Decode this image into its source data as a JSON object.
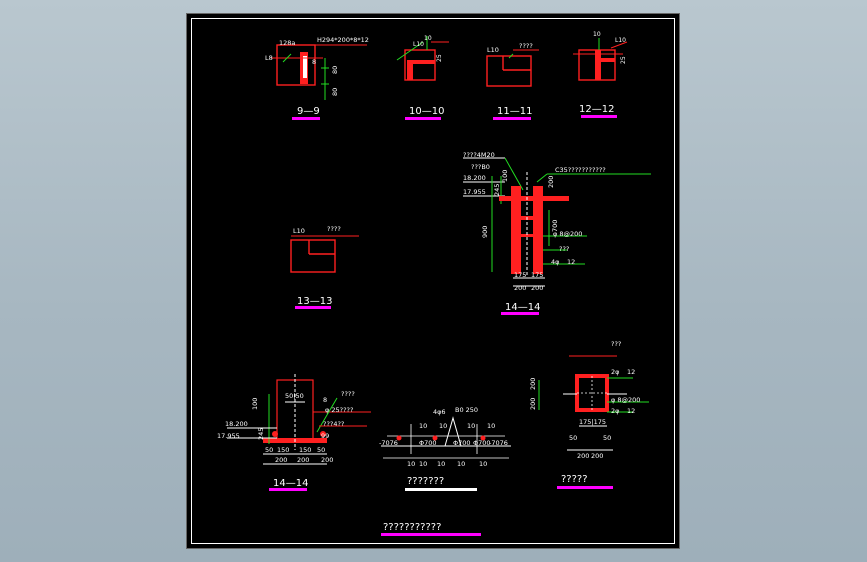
{
  "drawing": {
    "sections": {
      "s9": {
        "title": "9—9",
        "note_top": "H294*200*8*12",
        "label_a": "128a",
        "label_b": "L8",
        "label_c": "8",
        "dim_1": "80",
        "dim_2": "80"
      },
      "s10": {
        "title": "10—10",
        "label_a": "10",
        "label_b": "L10",
        "dim_1": "25"
      },
      "s11": {
        "title": "11—11",
        "label_a": "L10",
        "label_b": "????"
      },
      "s12": {
        "title": "12—12",
        "label_a": "10",
        "label_b": "L10",
        "dim_1": "25"
      },
      "s13": {
        "title": "13—13",
        "label_a": "L10",
        "label_b": "????"
      },
      "s14a": {
        "title": "14—14",
        "note_1": "????4M20",
        "note_2": "???B0",
        "elev_1": "18.200",
        "elev_2": "17.955",
        "dim_245": "245",
        "dim_100": "100",
        "dim_900": "900",
        "concrete": "C35???????????",
        "dim_200": "200",
        "dim_700": "700",
        "rebar_1": "φ 8@200",
        "rebar_2": "???",
        "rebar_3": "4φ",
        "rebar_4": "12",
        "dim_175a": "175",
        "dim_175b": "175",
        "dim_200a": "200",
        "dim_200b": "200"
      },
      "s14b": {
        "title": "14—14",
        "dim_5050": "50|50",
        "dim_100": "100",
        "dim_245": "245",
        "elev_1": "18.200",
        "elev_2": "17.955",
        "n_8": "8",
        "note_1": "????",
        "note_2": "φ 25????",
        "note_3": "???4??",
        "n_99": "99",
        "d_50a": "50",
        "d_150a": "150",
        "d_150b": "150",
        "d_50b": "50",
        "d_200a": "200",
        "d_200b": "200",
        "d_200c": "200"
      },
      "plan": {
        "title": "???????",
        "lbl_4a": "4φ6",
        "lbl_b": "B0 250",
        "lbl_10a": "10",
        "lbl_10b": "10",
        "lbl_10c": "10",
        "lbl_10d": "10",
        "lbl_7076a": "-7076",
        "lbl_7076b": "-7076",
        "lbl_phi1": "Φ700",
        "lbl_phi2": "Φ700",
        "lbl_phi3": "Φ700",
        "b_10a": "10",
        "b_10b": "10",
        "b_10c": "10",
        "b_10d": "10",
        "b_10e": "10"
      },
      "column": {
        "title": "?????",
        "note_top": "???",
        "r_2": "2φ",
        "r_12": "12",
        "r_phi": "φ 8@200",
        "r_2b": "2φ",
        "r_12b": "12",
        "d_200a": "200",
        "d_200b": "200",
        "d_175": "175|175",
        "d_50a": "50",
        "d_50b": "50",
        "d_200c": "200",
        "d_200d": "200"
      }
    },
    "sheet_title": "???????????"
  },
  "colors": {
    "red": "#ff2020",
    "white": "#ffffff",
    "green": "#22dd22",
    "yellow": "#f0e000",
    "magenta": "#ff00ff"
  }
}
